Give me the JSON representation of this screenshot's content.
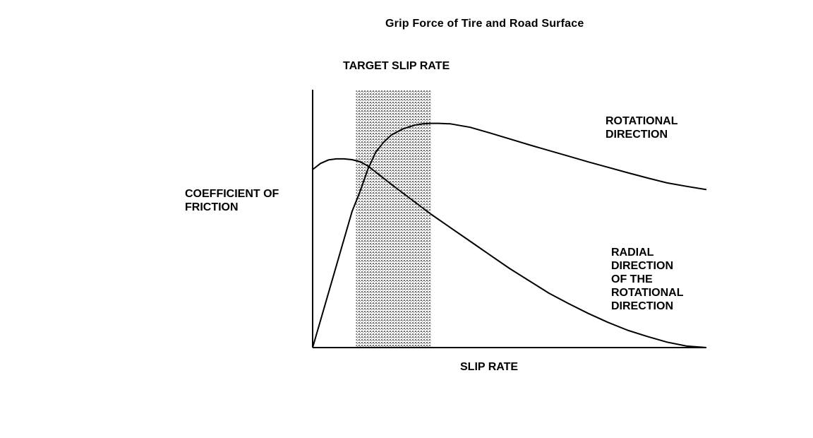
{
  "chart_data": {
    "type": "line",
    "title": "Grip Force of Tire and Road Surface",
    "xlabel": "SLIP RATE",
    "ylabel": [
      "COEFFICIENT OF",
      "FRICTION"
    ],
    "xlim": [
      0,
      100
    ],
    "ylim": [
      0,
      100
    ],
    "grid": false,
    "highlight_band": {
      "label": "TARGET SLIP RATE",
      "x_range": [
        11,
        30
      ],
      "color": "#9a9a9a"
    },
    "series": [
      {
        "name": [
          "ROTATIONAL",
          "DIRECTION"
        ],
        "x": [
          0,
          6,
          10,
          12,
          14,
          16,
          18,
          20,
          23,
          26,
          28,
          30,
          32,
          35,
          40,
          45,
          50,
          55,
          60,
          65,
          70,
          75,
          80,
          85,
          90,
          95,
          100
        ],
        "y": [
          0,
          33,
          55,
          63,
          72,
          79,
          83,
          86,
          88.5,
          90,
          90.5,
          90.7,
          90.7,
          90.5,
          89.1,
          86.8,
          84.4,
          82.0,
          79.7,
          77.4,
          75.1,
          72.9,
          70.7,
          68.6,
          66.6,
          65.2,
          63.9
        ]
      },
      {
        "name": [
          "RADIAL",
          "DIRECTION",
          "OF THE",
          "ROTATIONAL",
          "DIRECTION"
        ],
        "x": [
          0,
          2,
          4,
          6,
          8,
          10,
          12,
          14,
          16,
          18,
          20,
          25,
          30,
          35,
          40,
          45,
          50,
          55,
          60,
          65,
          70,
          75,
          80,
          85,
          90,
          95,
          100
        ],
        "y": [
          72,
          74.5,
          75.9,
          76.3,
          76.3,
          76.0,
          75.2,
          73.5,
          71.0,
          68.5,
          66.0,
          60.0,
          54.0,
          48.5,
          43.0,
          37.5,
          32.0,
          27.0,
          22.0,
          17.8,
          13.8,
          10.2,
          7.0,
          4.5,
          2.2,
          0.6,
          0
        ]
      }
    ]
  }
}
